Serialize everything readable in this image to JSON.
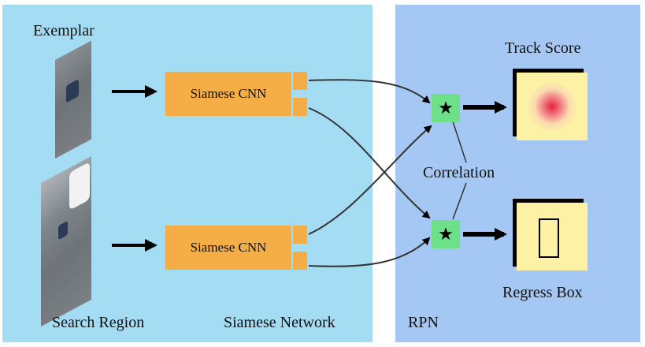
{
  "panels": {
    "siamese_network_label": "Siamese Network",
    "rpn_label": "RPN"
  },
  "inputs": {
    "exemplar_label": "Exemplar",
    "search_region_label": "Search Region"
  },
  "cnn": {
    "top_label": "Siamese CNN",
    "bottom_label": "Siamese CNN"
  },
  "rpn": {
    "operator_symbol": "★",
    "correlation_label": "Correlation"
  },
  "outputs": {
    "track_score_label": "Track Score",
    "regress_box_label": "Regress Box"
  },
  "colors": {
    "siamese_panel": "#a4dcf3",
    "rpn_panel": "#a4c8f3",
    "cnn_box": "#f5ad45",
    "correlation_box": "#6ee08a",
    "output_card": "#fdf1a6",
    "score_peak": "#e8203a"
  }
}
